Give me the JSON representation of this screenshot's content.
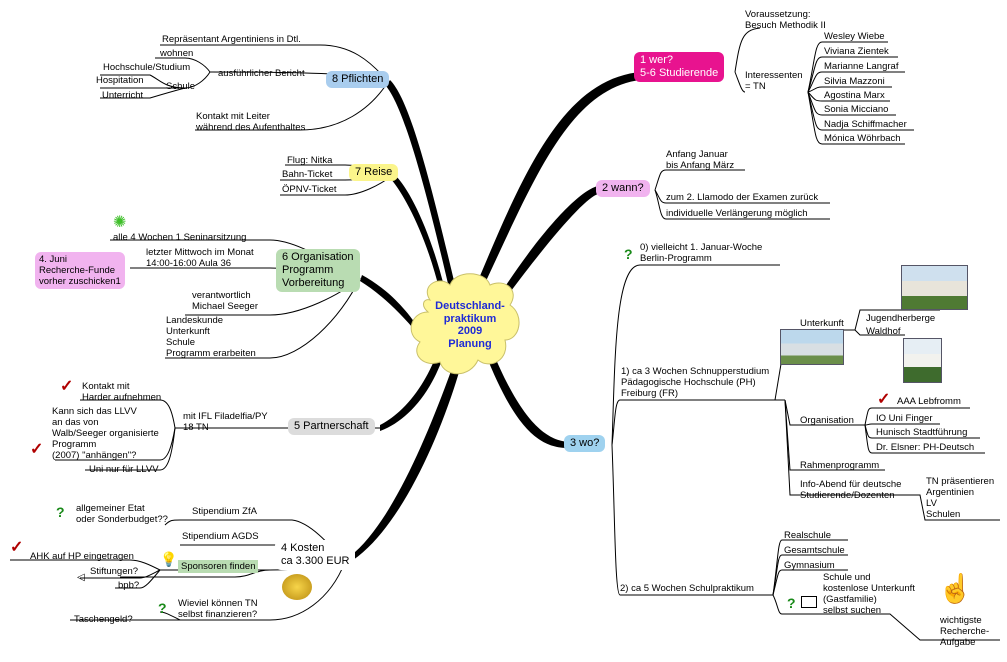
{
  "center": {
    "lines": [
      "Deutschland-",
      "praktikum",
      "2009",
      "Planung"
    ]
  },
  "b1": {
    "label_1": "1 wer?",
    "label_2": "5-6 Studierende",
    "voraus_1": "Voraussetzung:",
    "voraus_2": "Besuch Methodik II",
    "interessenten_1": "Interessenten",
    "interessenten_2": "= TN",
    "names": [
      "Wesley Wiebe",
      "Viviana Zientek",
      "Marianne Langraf",
      "Silvia Mazzoni",
      "Agostina Marx",
      "Sonia Micciano",
      "Nadja Schiffmacher",
      "Mónica Wöhrbach"
    ]
  },
  "b2": {
    "label": "2 wann?",
    "items": [
      "Anfang Januar",
      "bis Anfang März",
      "zum 2. Llamodo der Examen zurück",
      "individuelle Verlängerung möglich"
    ]
  },
  "b3": {
    "label": "3 wo?",
    "opt0_1": "0) vielleicht 1. Januar-Woche",
    "opt0_2": "Berlin-Programm",
    "opt1_1": "1) ca 3 Wochen Schnupperstudium",
    "opt1_2": "Pädagogische Hochschule (PH)",
    "opt1_3": "Freiburg (FR)",
    "unterkunft": "Unterkunft",
    "jh": "Jugendherberge",
    "waldhof": "Waldhof",
    "organisation": "Organisation",
    "org_items": [
      "AAA Lebfromm",
      "IO Uni Finger",
      "Hunisch  Stadtführung",
      "Dr. Elsner: PH-Deutsch"
    ],
    "rahmen": "Rahmenprogramm",
    "info_1": "Info-Abend für deutsche",
    "info_2": "Studierende/Dozenten",
    "tn_1": "TN präsentieren",
    "tn_2": "Argentinien",
    "tn_3": "LV",
    "tn_4": "Schulen",
    "opt2": "2) ca 5 Wochen Schulpraktikum",
    "schools": [
      "Realschule",
      "Gesamtschule",
      "Gymnasium"
    ],
    "schule_1": "Schule und",
    "schule_2": "kostenlose Unterkunft",
    "schule_3": "(Gastfamilie)",
    "schule_4": "selbst suchen",
    "recherche_1": "wichtigste",
    "recherche_2": "Recherche-",
    "recherche_3": "Aufgabe"
  },
  "b4": {
    "label_1": "4 Kosten",
    "label_2": "ca 3.300 EUR",
    "zfa": "Stipendium ZfA",
    "etat_1": "allgemeiner Etat",
    "etat_2": "oder Sonderbudget??",
    "agds": "Stipendium AGDS",
    "sponsoren": "Sponsoren finden",
    "ahk": "AHK auf HP eingetragen",
    "stiftungen": "Stiftungen?",
    "bpb": "bpb?",
    "tn_1": "Wieviel können TN",
    "tn_2": "selbst finanzieren?",
    "taschengeld": "Taschengeld?"
  },
  "b5": {
    "label": "5 Partnerschaft",
    "ifl_1": "mit IFL Filadelfia/PY",
    "ifl_2": "18 TN",
    "kontakt_1": "Kontakt mit",
    "kontakt_2": "Harder aufnehmen",
    "llvv": [
      "Kann sich das LLVV",
      "an das von",
      "Walb/Seeger organisierte",
      "Programm",
      "(2007) \"anhängen\"?"
    ],
    "uni": "Uni nur für LLVV"
  },
  "b6": {
    "label_1": "6 Organisation",
    "label_2": "Programm",
    "label_3": "Vorbereitung",
    "seminar": "alle 4 Wochen 1 Seninarsitzung",
    "mittwoch_1": "letzter Mittwoch im Monat",
    "mittwoch_2": "14:00-16:00 Aula 36",
    "juni_1": "4. Juni",
    "juni_2": "Recherche-Funde",
    "juni_3": "vorher zuschicken1",
    "verantw_1": "verantwortlich",
    "verantw_2": "Michael  Seeger",
    "lk": [
      "Landeskunde",
      "Unterkunft",
      "Schule",
      "Programm erarbeiten"
    ]
  },
  "b7": {
    "label": "7 Reise",
    "items": [
      "Flug: Nitka",
      "Bahn-Ticket",
      "ÖPNV-Ticket"
    ]
  },
  "b8": {
    "label": "8 Pflichten",
    "rep": "Repräsentant Argentiniens in Dtl.",
    "wohnen": "wohnen",
    "bericht": "ausführlicher Bericht",
    "hochschule": "Hochschule/Studium",
    "schule": "Schule",
    "hospitation": "Hospitation",
    "unterricht": "Unterricht",
    "kontakt_1": "Kontakt mit Leiter",
    "kontakt_2": "während des Aufenthaltes"
  },
  "colors": {
    "b1": "#e8138f",
    "b2": "#f1b3ef",
    "b3": "#9fd2ef",
    "b4": "#ffffff",
    "b5": "#dcdcdc",
    "b6": "#b9dcb2",
    "b7": "#fbf58b",
    "b8": "#a9cdee",
    "center": "#fff799",
    "center_text": "#1f2bd6"
  }
}
